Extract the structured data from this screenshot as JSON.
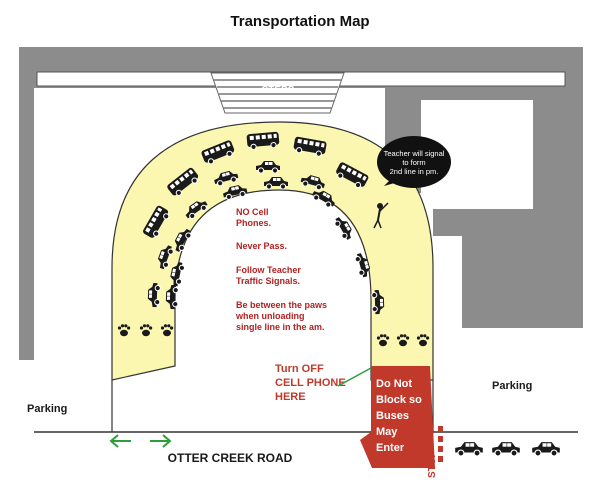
{
  "title": "Transportation Map",
  "labels": {
    "steps": "STEPS",
    "parking_left": "Parking",
    "parking_right": "Parking",
    "road": "OTTER CREEK ROAD",
    "stop": "STOP"
  },
  "bubble": [
    "Teacher will signal",
    "to form",
    "2nd line in pm."
  ],
  "rules": [
    [
      "NO Cell",
      "Phones."
    ],
    [
      "Never Pass."
    ],
    [
      "Follow Teacher",
      "Traffic Signals."
    ],
    [
      "Be between the paws",
      "when unloading",
      "single line in the am."
    ]
  ],
  "phone_notice": [
    "Turn OFF",
    "CELL PHONE",
    "HERE"
  ],
  "block_notice": [
    "Do Not",
    "Block so",
    "Buses",
    "May",
    "Enter"
  ],
  "colors": {
    "building": "#8c8c8c",
    "lane": "#fbf6b0",
    "warning_text": "#c0392b",
    "block_zone": "#c0392b",
    "arrow": "#2e9e3a"
  },
  "icons": {
    "vehicles": [
      "bus-icon",
      "car-icon"
    ],
    "paws": "paw-print-icon",
    "teacher": "teacher-figure-icon",
    "arrows": "direction-arrow-icon"
  }
}
